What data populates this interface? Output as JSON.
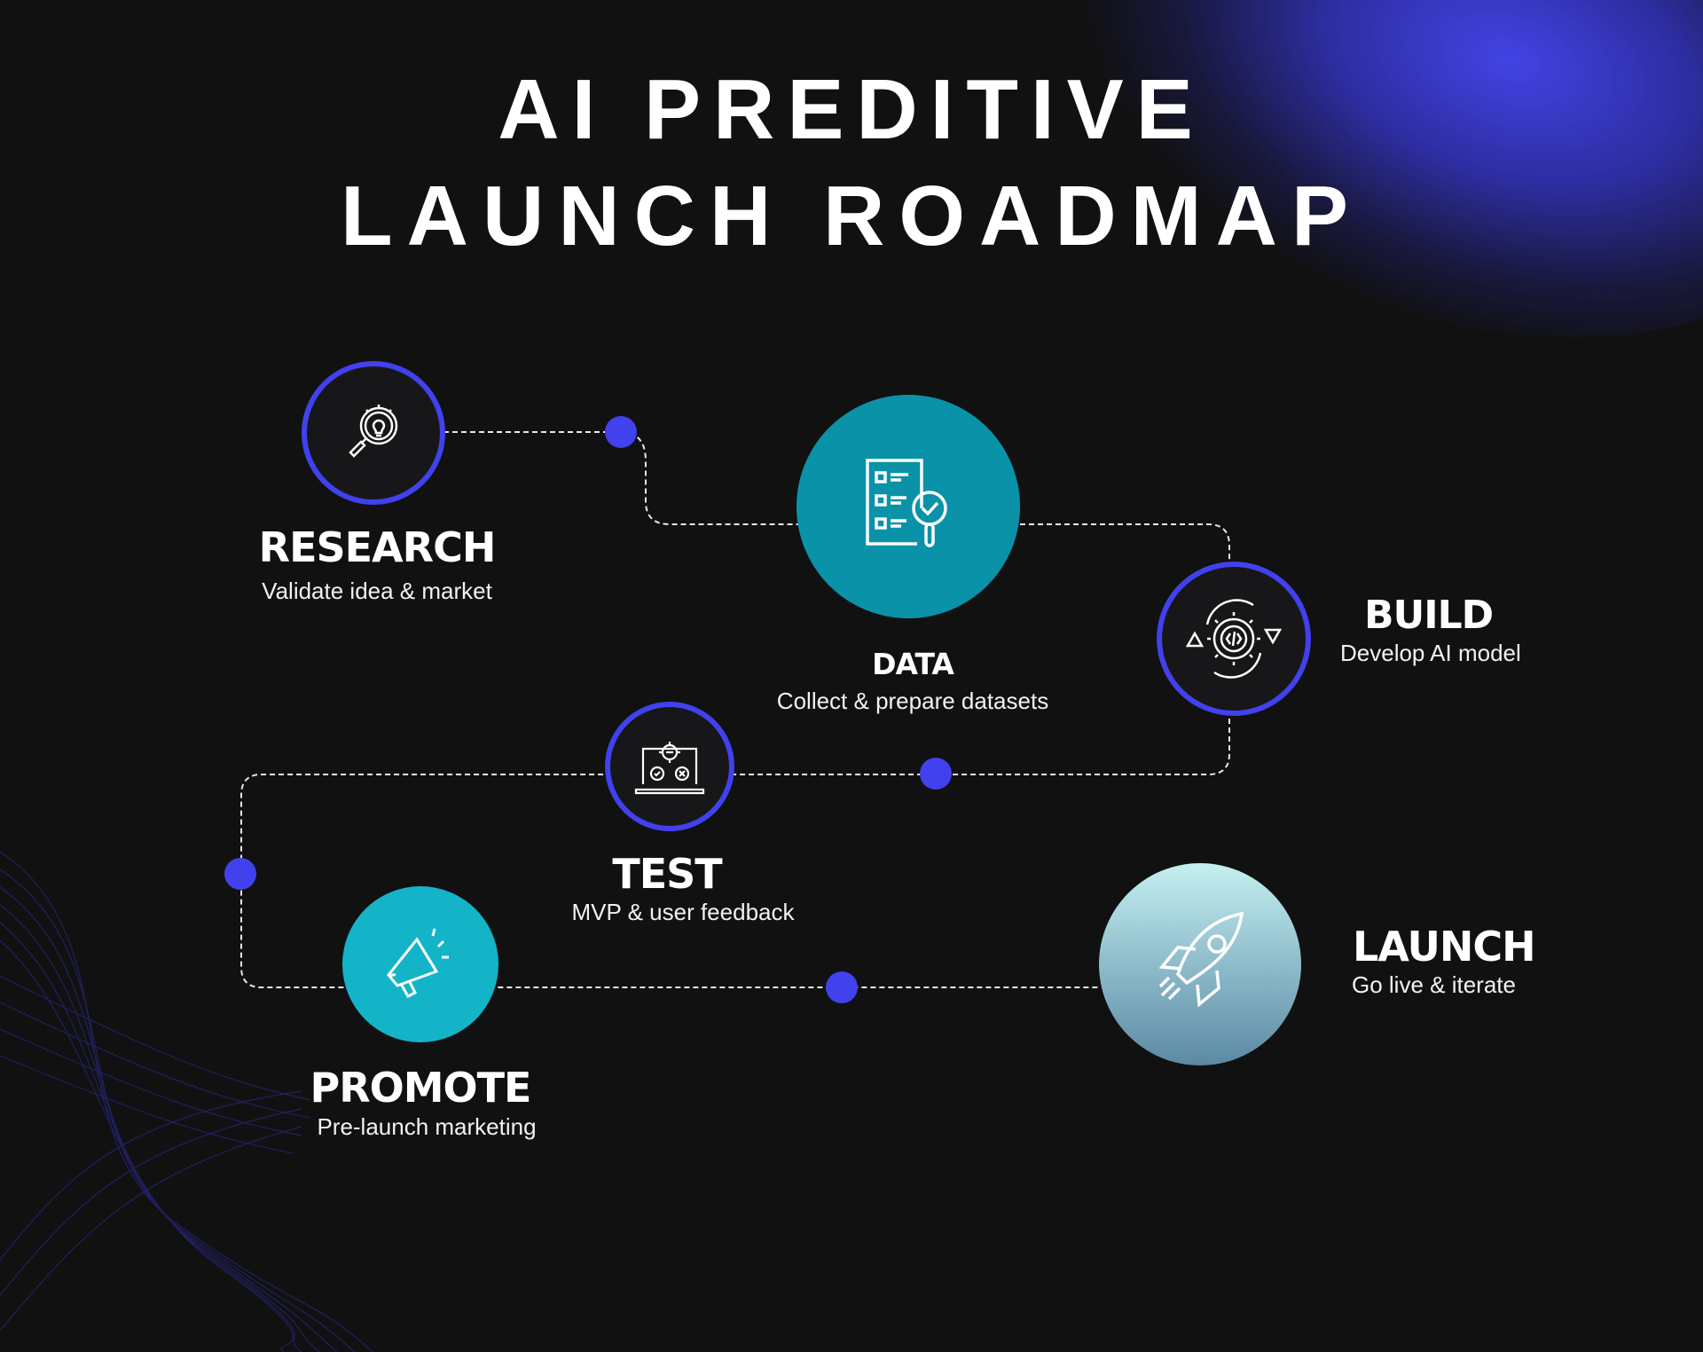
{
  "title": {
    "line1": "AI PREDITIVE",
    "line2": "LAUNCH ROADMAP"
  },
  "colors": {
    "background": "#111111",
    "accent_blue": "#4141ee",
    "data_teal": "#0a92a8",
    "promote_cyan": "#14b4c8",
    "launch_top": "#c4f0f0",
    "launch_bottom": "#5b89a4"
  },
  "steps": [
    {
      "name": "RESEARCH",
      "description": "Validate idea & market",
      "icon": "magnifier-lightbulb-icon"
    },
    {
      "name": "DATA",
      "description": "Collect & prepare datasets",
      "icon": "checklist-magnifier-icon"
    },
    {
      "name": "BUILD",
      "description": "Develop AI model",
      "icon": "gear-code-cycle-icon"
    },
    {
      "name": "TEST",
      "description": "MVP & user feedback",
      "icon": "laptop-test-icon"
    },
    {
      "name": "PROMOTE",
      "description": "Pre-launch marketing",
      "icon": "megaphone-icon"
    },
    {
      "name": "LAUNCH",
      "description": "Go live & iterate",
      "icon": "rocket-icon"
    }
  ]
}
